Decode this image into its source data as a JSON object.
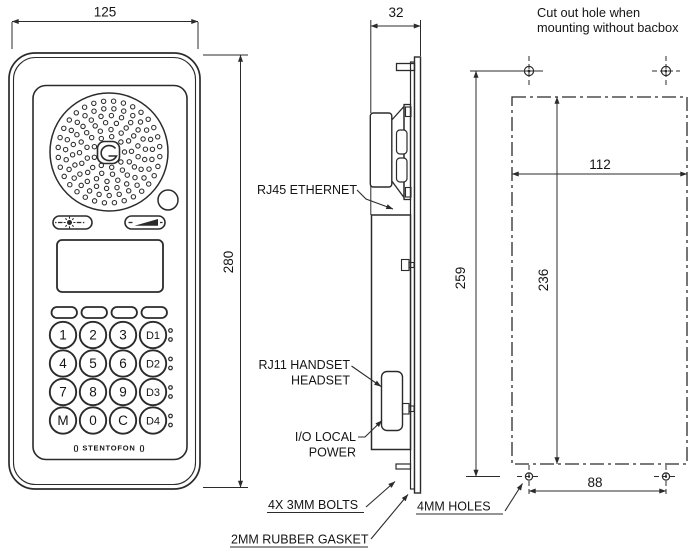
{
  "colors": {
    "ink": "#2b2b2b",
    "paper": "#ffffff"
  },
  "front_view": {
    "width_dim": "125",
    "height_dim": "280",
    "brand_mark_left": "()",
    "brand": "STENTOFON",
    "brand_mark_right": "()",
    "keypad_keys": [
      "1",
      "2",
      "3",
      "D1",
      "4",
      "5",
      "6",
      "D2",
      "7",
      "8",
      "9",
      "D3",
      "M",
      "0",
      "C",
      "D4"
    ]
  },
  "side_view": {
    "depth_dim": "32"
  },
  "cutout_view": {
    "title_line1": "Cut out hole when",
    "title_line2": "mounting without bacbox",
    "width_dim": "112",
    "inner_height_dim": "236",
    "outer_height_dim": "259",
    "hole_spacing_dim": "88"
  },
  "callouts": {
    "rj45": "RJ45 ETHERNET",
    "rj11_line1": "RJ11 HANDSET",
    "rj11_line2": "HEADSET",
    "io_line1": "I/O LOCAL",
    "io_line2": "POWER",
    "bolts": "4X 3MM BOLTS",
    "gasket": "2MM RUBBER GASKET",
    "holes": "4MM HOLES"
  }
}
